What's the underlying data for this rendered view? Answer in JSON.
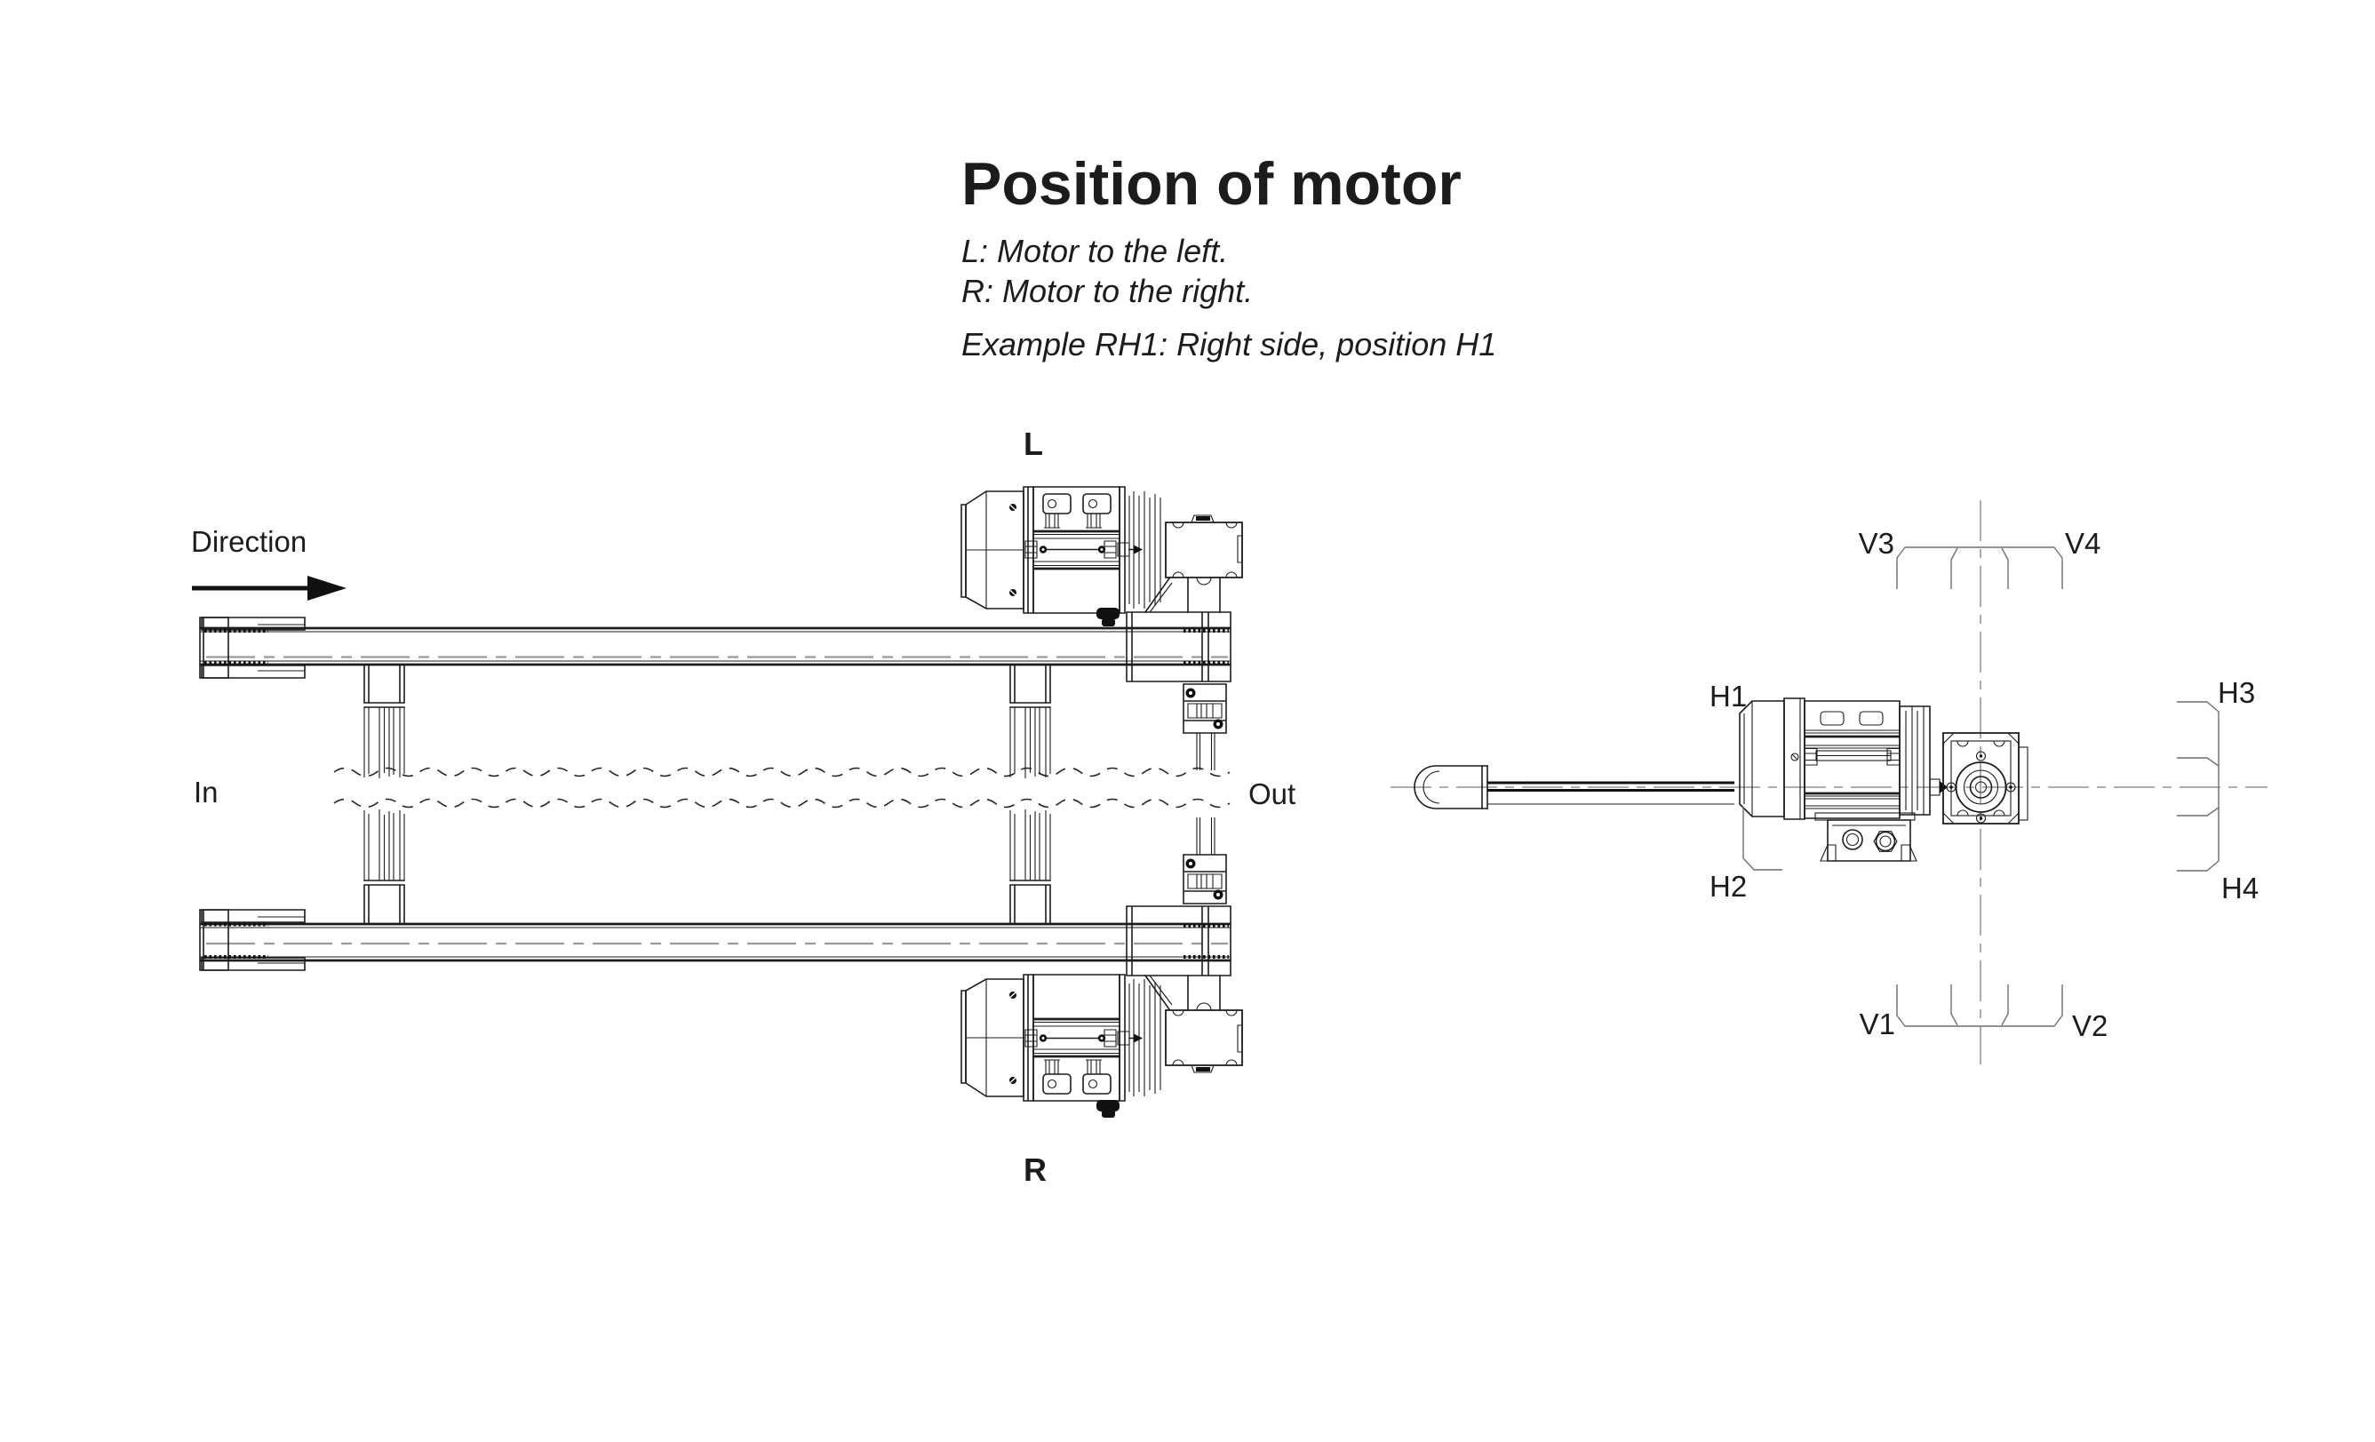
{
  "header": {
    "title": "Position of motor",
    "note_l": "L: Motor to the left.",
    "note_r": "R: Motor to the right.",
    "example": "Example RH1: Right side, position H1"
  },
  "plan": {
    "direction": "Direction",
    "in": "In",
    "out": "Out",
    "motor_left": "L",
    "motor_right": "R"
  },
  "side": {
    "h1": "H1",
    "h2": "H2",
    "h3": "H3",
    "h4": "H4",
    "v1": "V1",
    "v2": "V2",
    "v3": "V3",
    "v4": "V4"
  },
  "colors": {
    "line": "#1c1c1c",
    "centerline_gray": "#9a9a9a",
    "phantom_gray": "#6f6f6f",
    "background": "#ffffff"
  }
}
